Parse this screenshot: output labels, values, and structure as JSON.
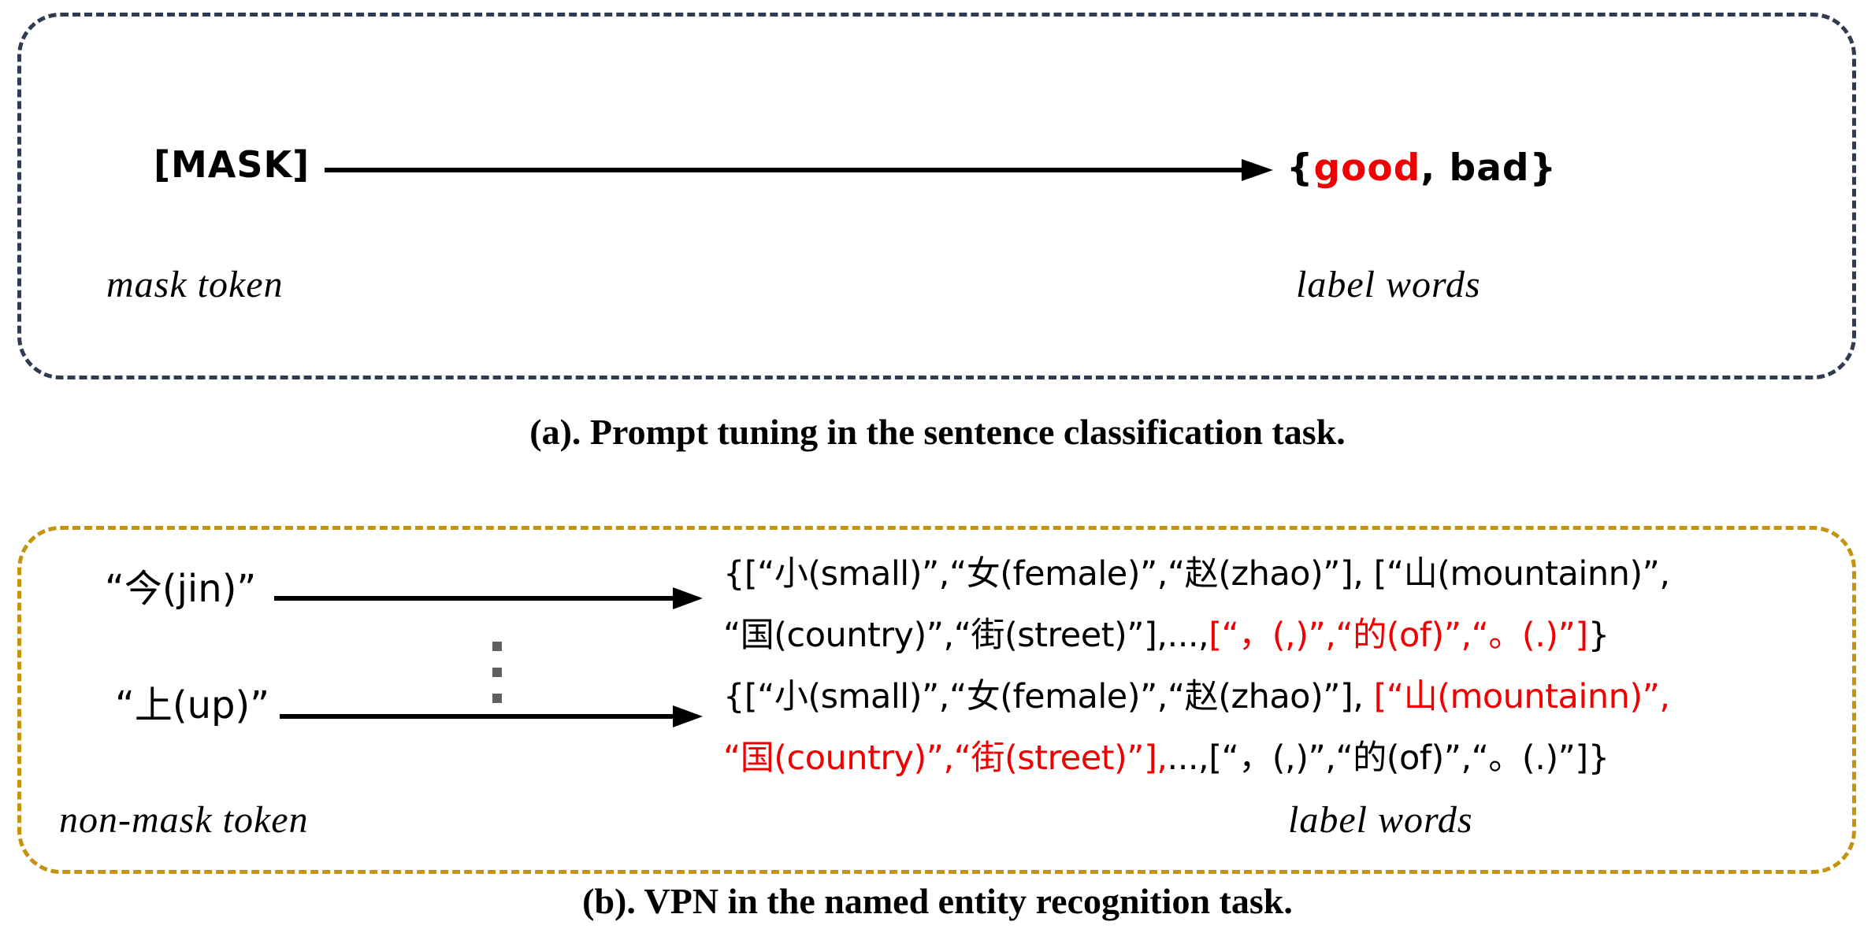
{
  "colors": {
    "red": "#f00000",
    "box_a_border": "#2f3b50",
    "box_b_border": "#c5940e",
    "text": "#000000",
    "dots": "#5f5f5f"
  },
  "panel_a": {
    "mask_token": "[MASK]",
    "label_words_parts": [
      {
        "text": "{",
        "red": false
      },
      {
        "text": "good",
        "red": true
      },
      {
        "text": ", bad}",
        "red": false
      }
    ],
    "mask_token_caption": "mask token",
    "label_words_caption": "label words",
    "figure_caption": "(a). Prompt tuning in the sentence classification task."
  },
  "panel_b": {
    "token1": "“今(jin)”",
    "token2": "“上(up)”",
    "row1_line1": [
      {
        "text": "{[“小(small)”,“女(female)”,“赵(zhao)”], [“山(mountainn)”,",
        "red": false
      }
    ],
    "row1_line2": [
      {
        "text": "“国(country)”,“街(street)”],...,",
        "red": false
      },
      {
        "text": "[“，(,)”,“的(of)”,“。(.)”]",
        "red": true
      },
      {
        "text": "}",
        "red": false
      }
    ],
    "row2_line1": [
      {
        "text": "{[“小(small)”,“女(female)”,“赵(zhao)”], ",
        "red": false
      },
      {
        "text": "[“山(mountainn)”,",
        "red": true
      }
    ],
    "row2_line2": [
      {
        "text": "“国(country)”,“街(street)”],",
        "red": true
      },
      {
        "text": "...,[“，(,)”,“的(of)”,“。(.)”]}",
        "red": false
      }
    ],
    "non_mask_caption": "non-mask token",
    "label_words_caption": "label words",
    "figure_caption": "(b). VPN in the named entity recognition task."
  }
}
